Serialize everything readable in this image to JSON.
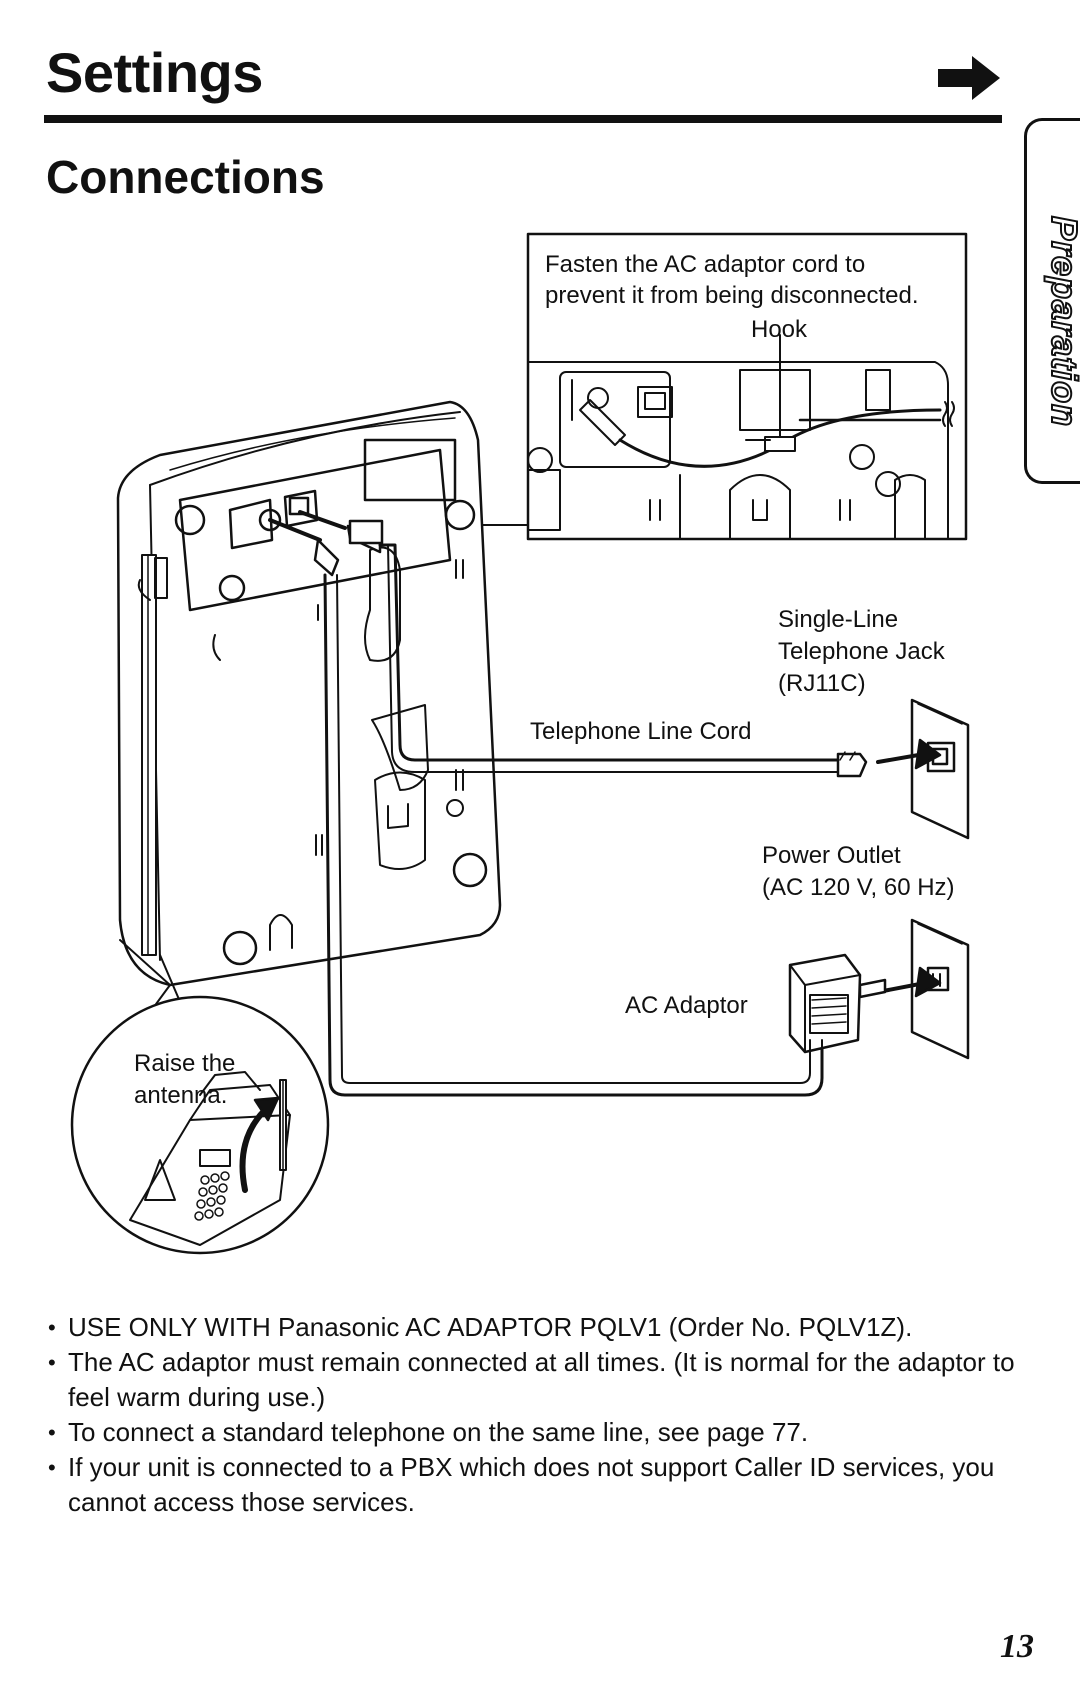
{
  "header": {
    "title": "Settings",
    "subtitle": "Connections",
    "side_tab": "Preparation",
    "next_icon": "right-arrow-icon"
  },
  "diagram": {
    "inset_note_line1": "Fasten the AC adaptor cord to",
    "inset_note_line2": "prevent it from being disconnected.",
    "hook_label": "Hook",
    "jack_label_line1": "Single-Line",
    "jack_label_line2": "Telephone Jack",
    "jack_label_line3": "(RJ11C)",
    "line_cord_label": "Telephone Line Cord",
    "outlet_label_line1": "Power Outlet",
    "outlet_label_line2": "(AC 120 V, 60 Hz)",
    "adaptor_label": "AC Adaptor",
    "antenna_label_line1": "Raise the",
    "antenna_label_line2": "antenna."
  },
  "notes": [
    "USE ONLY WITH Panasonic AC ADAPTOR PQLV1 (Order No. PQLV1Z).",
    "The AC adaptor must remain connected at all times. (It is normal for the adaptor to feel warm during use.)",
    "To connect a standard telephone on the same line, see page 77.",
    "If your unit is connected to a PBX which does not support Caller ID services, you cannot access those services."
  ],
  "page_number": "13"
}
